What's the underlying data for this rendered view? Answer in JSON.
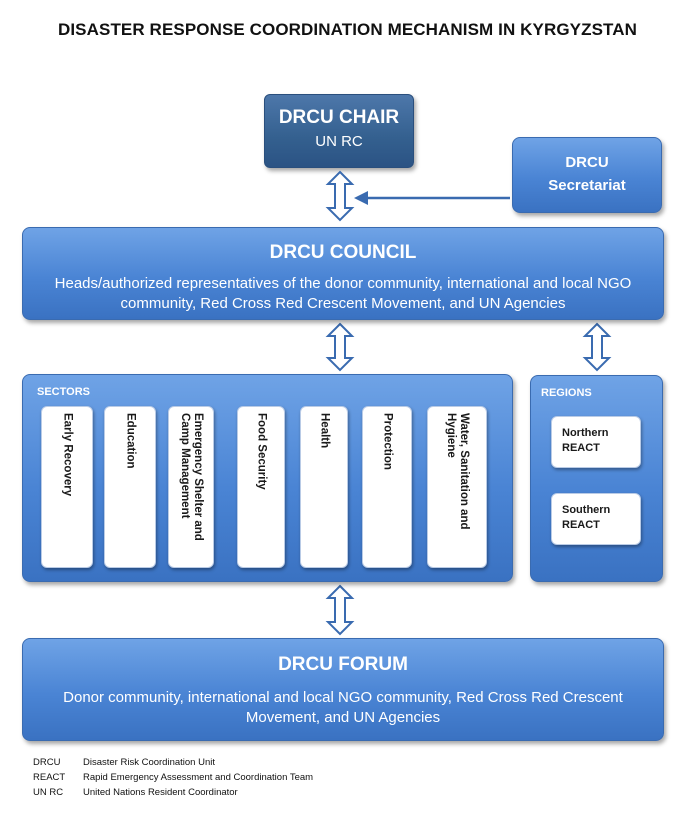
{
  "title": "DISASTER RESPONSE COORDINATION MECHANISM IN KYRGYZSTAN",
  "chair": {
    "heading": "DRCU CHAIR",
    "sub": "UN RC"
  },
  "secretariat": {
    "line1": "DRCU",
    "line2": "Secretariat"
  },
  "council": {
    "heading": "DRCU COUNCIL",
    "description": "Heads/authorized representatives of the donor community, international and local NGO community, Red Cross Red Crescent Movement, and UN Agencies"
  },
  "sectors": {
    "label": "SECTORS",
    "items": [
      "Early Recovery",
      "Education",
      "Emergency Shelter and\nCamp Management",
      "Food Security",
      "Health",
      "Protection",
      "Water, Sanitation and\nHygiene"
    ]
  },
  "regions": {
    "label": "REGIONS",
    "items": [
      "Northern\nREACT",
      "Southern\nREACT"
    ]
  },
  "forum": {
    "heading": "DRCU FORUM",
    "description": "Donor community, international and local NGO community, Red Cross Red Crescent Movement, and UN Agencies"
  },
  "legend": [
    {
      "abbr": "DRCU",
      "full": "Disaster Risk Coordination Unit"
    },
    {
      "abbr": "REACT",
      "full": "Rapid Emergency Assessment and Coordination Team"
    },
    {
      "abbr": "UN RC",
      "full": "United Nations Resident Coordinator"
    }
  ],
  "colors": {
    "box_blue": "#4a84d4",
    "chair_blue": "#34608f",
    "arrow_fill": "#ffffff",
    "arrow_stroke": "#3a6bb0"
  }
}
